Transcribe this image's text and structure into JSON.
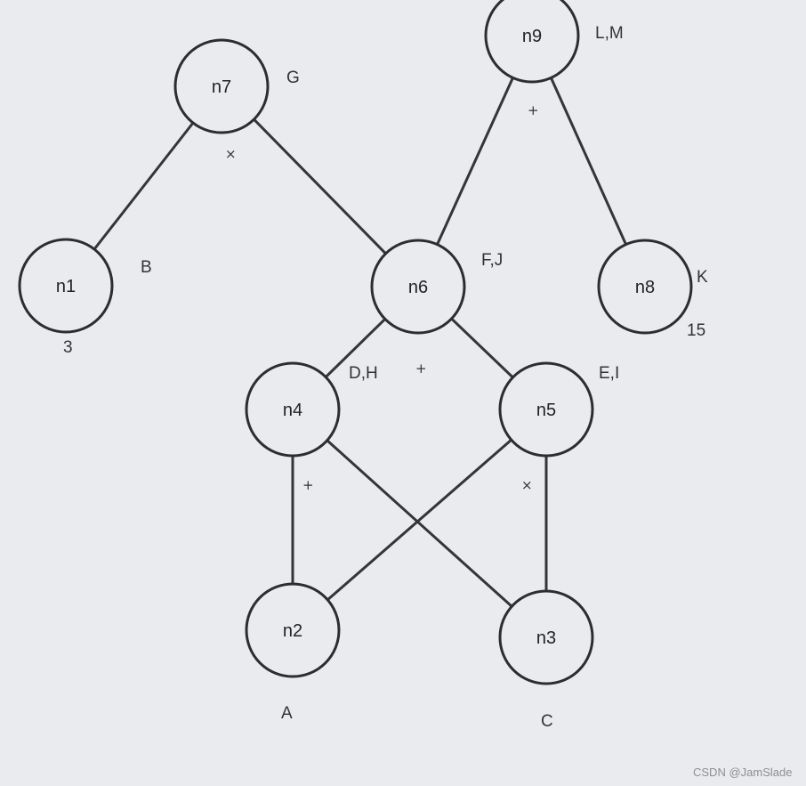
{
  "diagram": {
    "nodes": [
      {
        "id": "n1",
        "label": "n1"
      },
      {
        "id": "n2",
        "label": "n2"
      },
      {
        "id": "n3",
        "label": "n3"
      },
      {
        "id": "n4",
        "label": "n4"
      },
      {
        "id": "n5",
        "label": "n5"
      },
      {
        "id": "n6",
        "label": "n6"
      },
      {
        "id": "n7",
        "label": "n7"
      },
      {
        "id": "n8",
        "label": "n8"
      },
      {
        "id": "n9",
        "label": "n9"
      }
    ],
    "edges": [
      {
        "from": "n7",
        "to": "n1"
      },
      {
        "from": "n7",
        "to": "n6"
      },
      {
        "from": "n9",
        "to": "n6"
      },
      {
        "from": "n9",
        "to": "n8"
      },
      {
        "from": "n6",
        "to": "n4"
      },
      {
        "from": "n6",
        "to": "n5"
      },
      {
        "from": "n4",
        "to": "n2"
      },
      {
        "from": "n4",
        "to": "n3"
      },
      {
        "from": "n5",
        "to": "n2"
      },
      {
        "from": "n5",
        "to": "n3"
      }
    ],
    "annotations": {
      "n7_tag": "G",
      "n9_tag": "L,M",
      "n1_tag": "B",
      "n1_value": "3",
      "n6_tag": "F,J",
      "n8_tag": "K",
      "n8_value": "15",
      "n4_tag": "D,H",
      "n5_tag": "E,I",
      "n2_tag": "A",
      "n3_tag": "C"
    },
    "operators": {
      "n7_op": "×",
      "n9_op": "+",
      "n6_op": "+",
      "n4_op": "+",
      "n5_op": "×"
    }
  },
  "watermark": "CSDN @JamSlade"
}
